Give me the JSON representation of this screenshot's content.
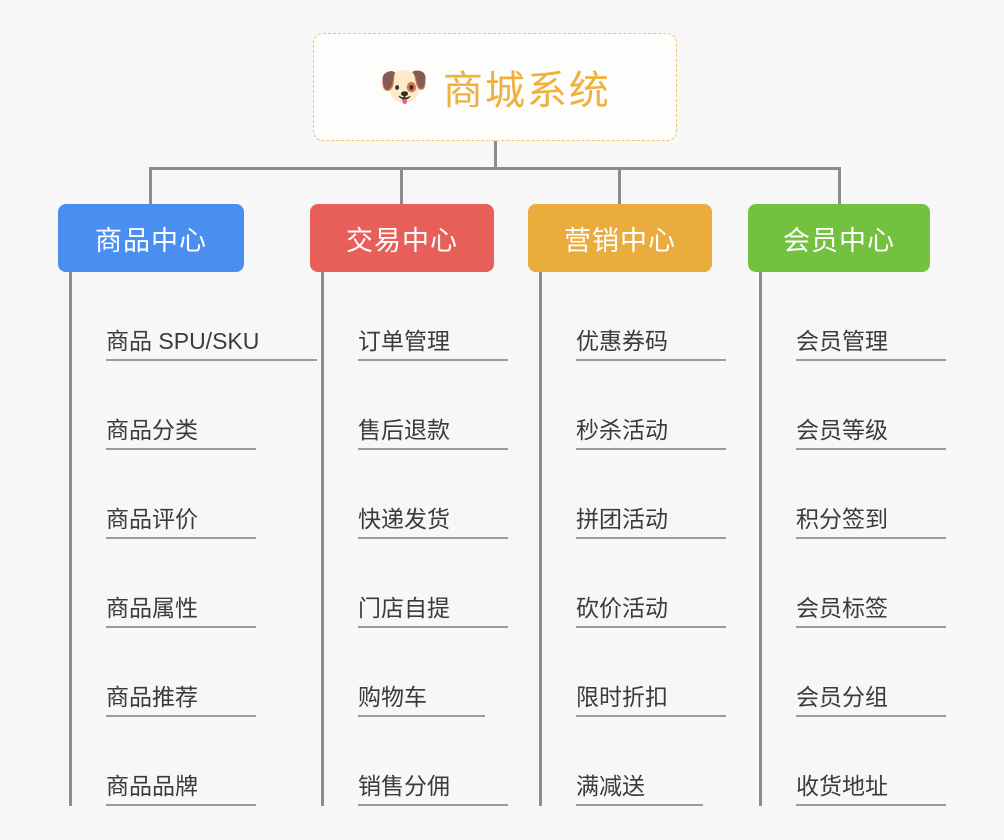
{
  "root": {
    "icon": "dog-face-icon",
    "icon_glyph": "🐶",
    "title": "商城系统",
    "border_color": "#f0c269",
    "text_color": "#f0b03c"
  },
  "connector_color": "#8d8d8d",
  "background_color": "#f7f7f7",
  "columns": [
    {
      "id": "product-center",
      "title": "商品中心",
      "color": "#4a8ef0",
      "items": [
        "商品 SPU/SKU",
        "商品分类",
        "商品评价",
        "商品属性",
        "商品推荐",
        "商品品牌"
      ]
    },
    {
      "id": "trade-center",
      "title": "交易中心",
      "color": "#e85f5a",
      "items": [
        "订单管理",
        "售后退款",
        "快递发货",
        "门店自提",
        "购物车",
        "销售分佣"
      ]
    },
    {
      "id": "marketing-center",
      "title": "营销中心",
      "color": "#eaac3d",
      "items": [
        "优惠券码",
        "秒杀活动",
        "拼团活动",
        "砍价活动",
        "限时折扣",
        "满减送"
      ]
    },
    {
      "id": "member-center",
      "title": "会员中心",
      "color": "#73c13e",
      "items": [
        "会员管理",
        "会员等级",
        "积分签到",
        "会员标签",
        "会员分组",
        "收货地址"
      ]
    }
  ]
}
